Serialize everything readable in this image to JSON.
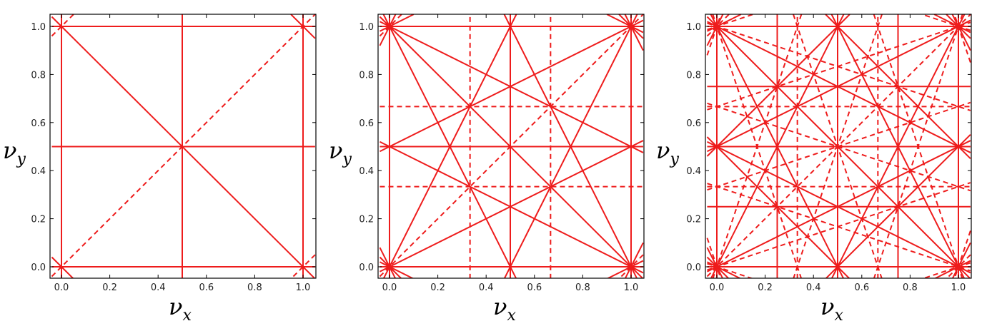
{
  "colors": {
    "line": "#ee1c1c",
    "frame": "#000000",
    "background": "#ffffff"
  },
  "chart_data": [
    {
      "type": "line",
      "title": "",
      "xlabel": "ν",
      "xlabel_sub": "x",
      "ylabel": "ν",
      "ylabel_sub": "y",
      "xlim": [
        -0.04,
        1.05
      ],
      "ylim": [
        -0.05,
        1.05
      ],
      "xticks": [
        "0.0",
        "0.2",
        "0.4",
        "0.6",
        "0.8",
        "1.0"
      ],
      "yticks": [
        "0.0",
        "0.2",
        "0.4",
        "0.6",
        "0.8",
        "1.0"
      ],
      "grid": false,
      "order": 2,
      "solid_lines": "resonance lines of order 1 and 2 (p·νx + q·νy = r)",
      "dashed_lines": "difference resonance lines"
    },
    {
      "type": "line",
      "title": "",
      "xlabel": "ν",
      "xlabel_sub": "x",
      "ylabel": "ν",
      "ylabel_sub": "y",
      "xlim": [
        -0.04,
        1.05
      ],
      "ylim": [
        -0.05,
        1.05
      ],
      "xticks": [
        "0.0",
        "0.2",
        "0.4",
        "0.6",
        "0.8",
        "1.0"
      ],
      "yticks": [
        "0.0",
        "0.2",
        "0.4",
        "0.6",
        "0.8",
        "1.0"
      ],
      "grid": false,
      "order": 3
    },
    {
      "type": "line",
      "title": "",
      "xlabel": "ν",
      "xlabel_sub": "x",
      "ylabel": "ν",
      "ylabel_sub": "y",
      "xlim": [
        -0.04,
        1.05
      ],
      "ylim": [
        -0.05,
        1.05
      ],
      "xticks": [
        "0.0",
        "0.2",
        "0.4",
        "0.6",
        "0.8",
        "1.0"
      ],
      "yticks": [
        "0.0",
        "0.2",
        "0.4",
        "0.6",
        "0.8",
        "1.0"
      ],
      "grid": false,
      "order": 4
    }
  ]
}
